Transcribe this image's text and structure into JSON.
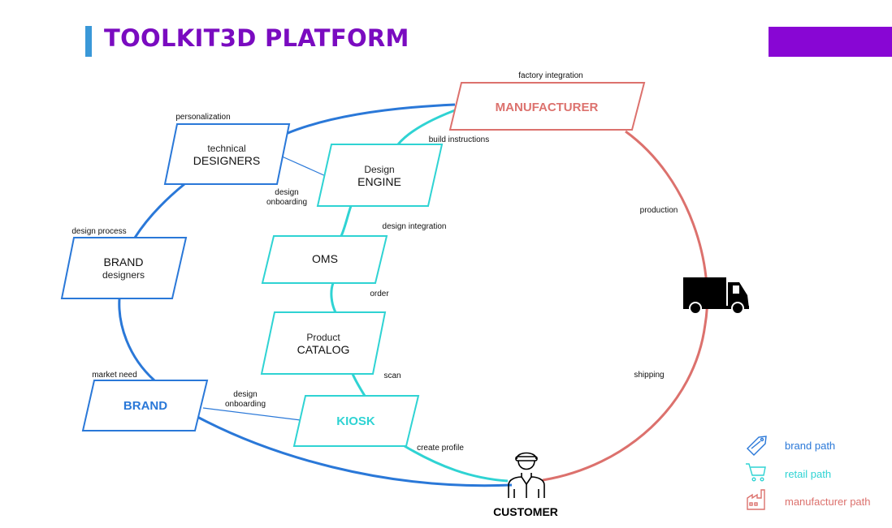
{
  "title": "TOOLKIT3D PLATFORM",
  "colors": {
    "brand": "#2a78d8",
    "retail": "#2fd3d3",
    "manufacturer": "#dc716d",
    "title": "#7a0bc0",
    "title_accent": "#3a98d8",
    "purple_block": "#8806d4"
  },
  "nodes": {
    "manufacturer": {
      "main": "MANUFACTURER"
    },
    "designers": {
      "sub": "technical",
      "main": "DESIGNERS"
    },
    "engine": {
      "sub": "Design",
      "main": "ENGINE"
    },
    "brand_designers": {
      "main": "BRAND",
      "sub": "designers"
    },
    "oms": {
      "main": "OMS"
    },
    "catalog": {
      "sub": "Product",
      "main": "CATALOG"
    },
    "brand": {
      "main": "BRAND"
    },
    "kiosk": {
      "main": "KIOSK"
    },
    "customer": {
      "main": "CUSTOMER"
    }
  },
  "edge_labels": {
    "factory_integration": "factory integration",
    "personalization": "personalization",
    "build_instructions": "build instructions",
    "design_onboarding_1": [
      "design",
      "onboarding"
    ],
    "design_process": "design process",
    "design_integration": "design integration",
    "production": "production",
    "order": "order",
    "market_need": "market need",
    "design_onboarding_2": [
      "design",
      "onboarding"
    ],
    "scan": "scan",
    "shipping": "shipping",
    "create_profile": "create profile"
  },
  "icons": {
    "truck": "truck-icon",
    "customer": "person-icon",
    "brand_path": "price-tag-icon",
    "retail_path": "shopping-cart-icon",
    "manufacturer_path": "factory-icon"
  },
  "legend": {
    "brand": "brand path",
    "retail": "retail path",
    "manufacturer": "manufacturer path"
  }
}
